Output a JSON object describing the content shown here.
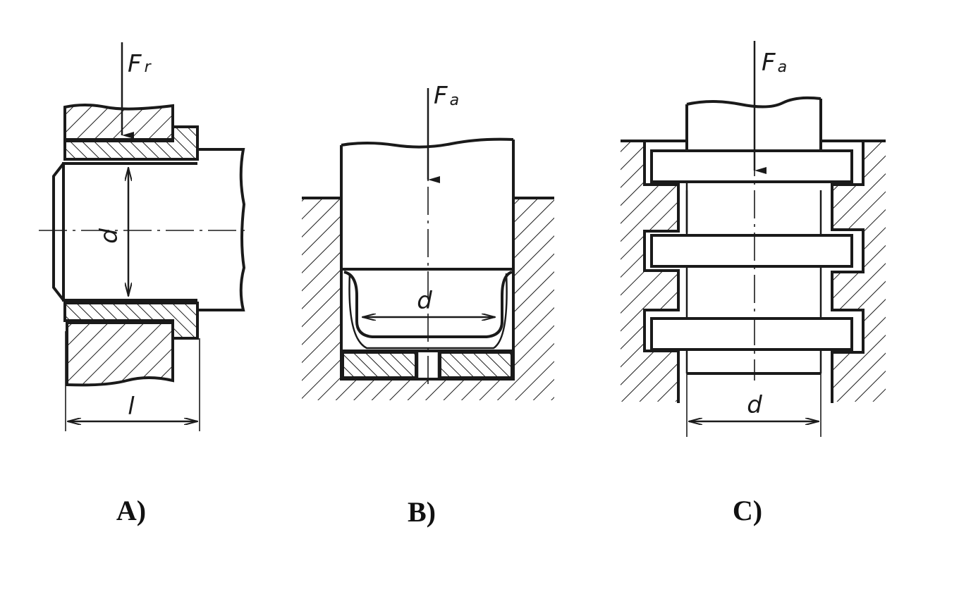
{
  "panels": [
    {
      "caption": "A)",
      "force_label": "F",
      "force_subscript": "r",
      "diameter_label": "d",
      "length_label": "l"
    },
    {
      "caption": "B)",
      "force_label": "F",
      "force_subscript": "a",
      "diameter_label": "d"
    },
    {
      "caption": "C)",
      "force_label": "F",
      "force_subscript": "a",
      "diameter_label": "d"
    }
  ]
}
